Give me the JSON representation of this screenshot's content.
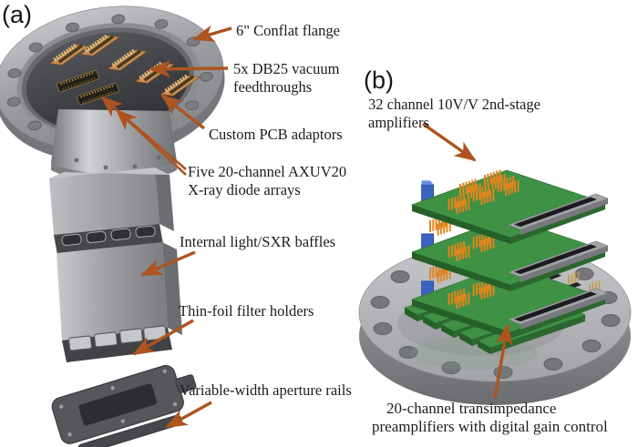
{
  "panels": {
    "a": {
      "label": "(a)"
    },
    "b": {
      "label": "(b)"
    }
  },
  "annotations": {
    "conflat_flange": "6\" Conflat flange",
    "db25_feedthroughs_1": "5x DB25 vacuum",
    "db25_feedthroughs_2": "feedthroughs",
    "pcb_adaptors": "Custom PCB adaptors",
    "diode_arrays_1": "Five 20-channel AXUV20",
    "diode_arrays_2": "X-ray diode arrays",
    "baffles": "Internal light/SXR baffles",
    "filter_holders": "Thin-foil filter holders",
    "aperture_rails": "Variable-width aperture rails",
    "amplifiers_1": "32 channel 10V/V 2nd-stage",
    "amplifiers_2": "amplifiers",
    "preamps_1": "20-channel transimpedance",
    "preamps_2": "preamplifiers with digital gain control"
  },
  "colors": {
    "arrow": "#ad5420",
    "text": "#1c1c1c",
    "pcb_green": "#3f9144",
    "pcb_green_dark": "#2b672f",
    "pin_orange": "#e0861f",
    "copper": "#c99055",
    "metal_light": "#b3b5b8",
    "metal_mid": "#94969a",
    "metal_dark": "#5a5c60",
    "blue_component": "#3a64c4",
    "gold_pins": "#c49b3e"
  }
}
